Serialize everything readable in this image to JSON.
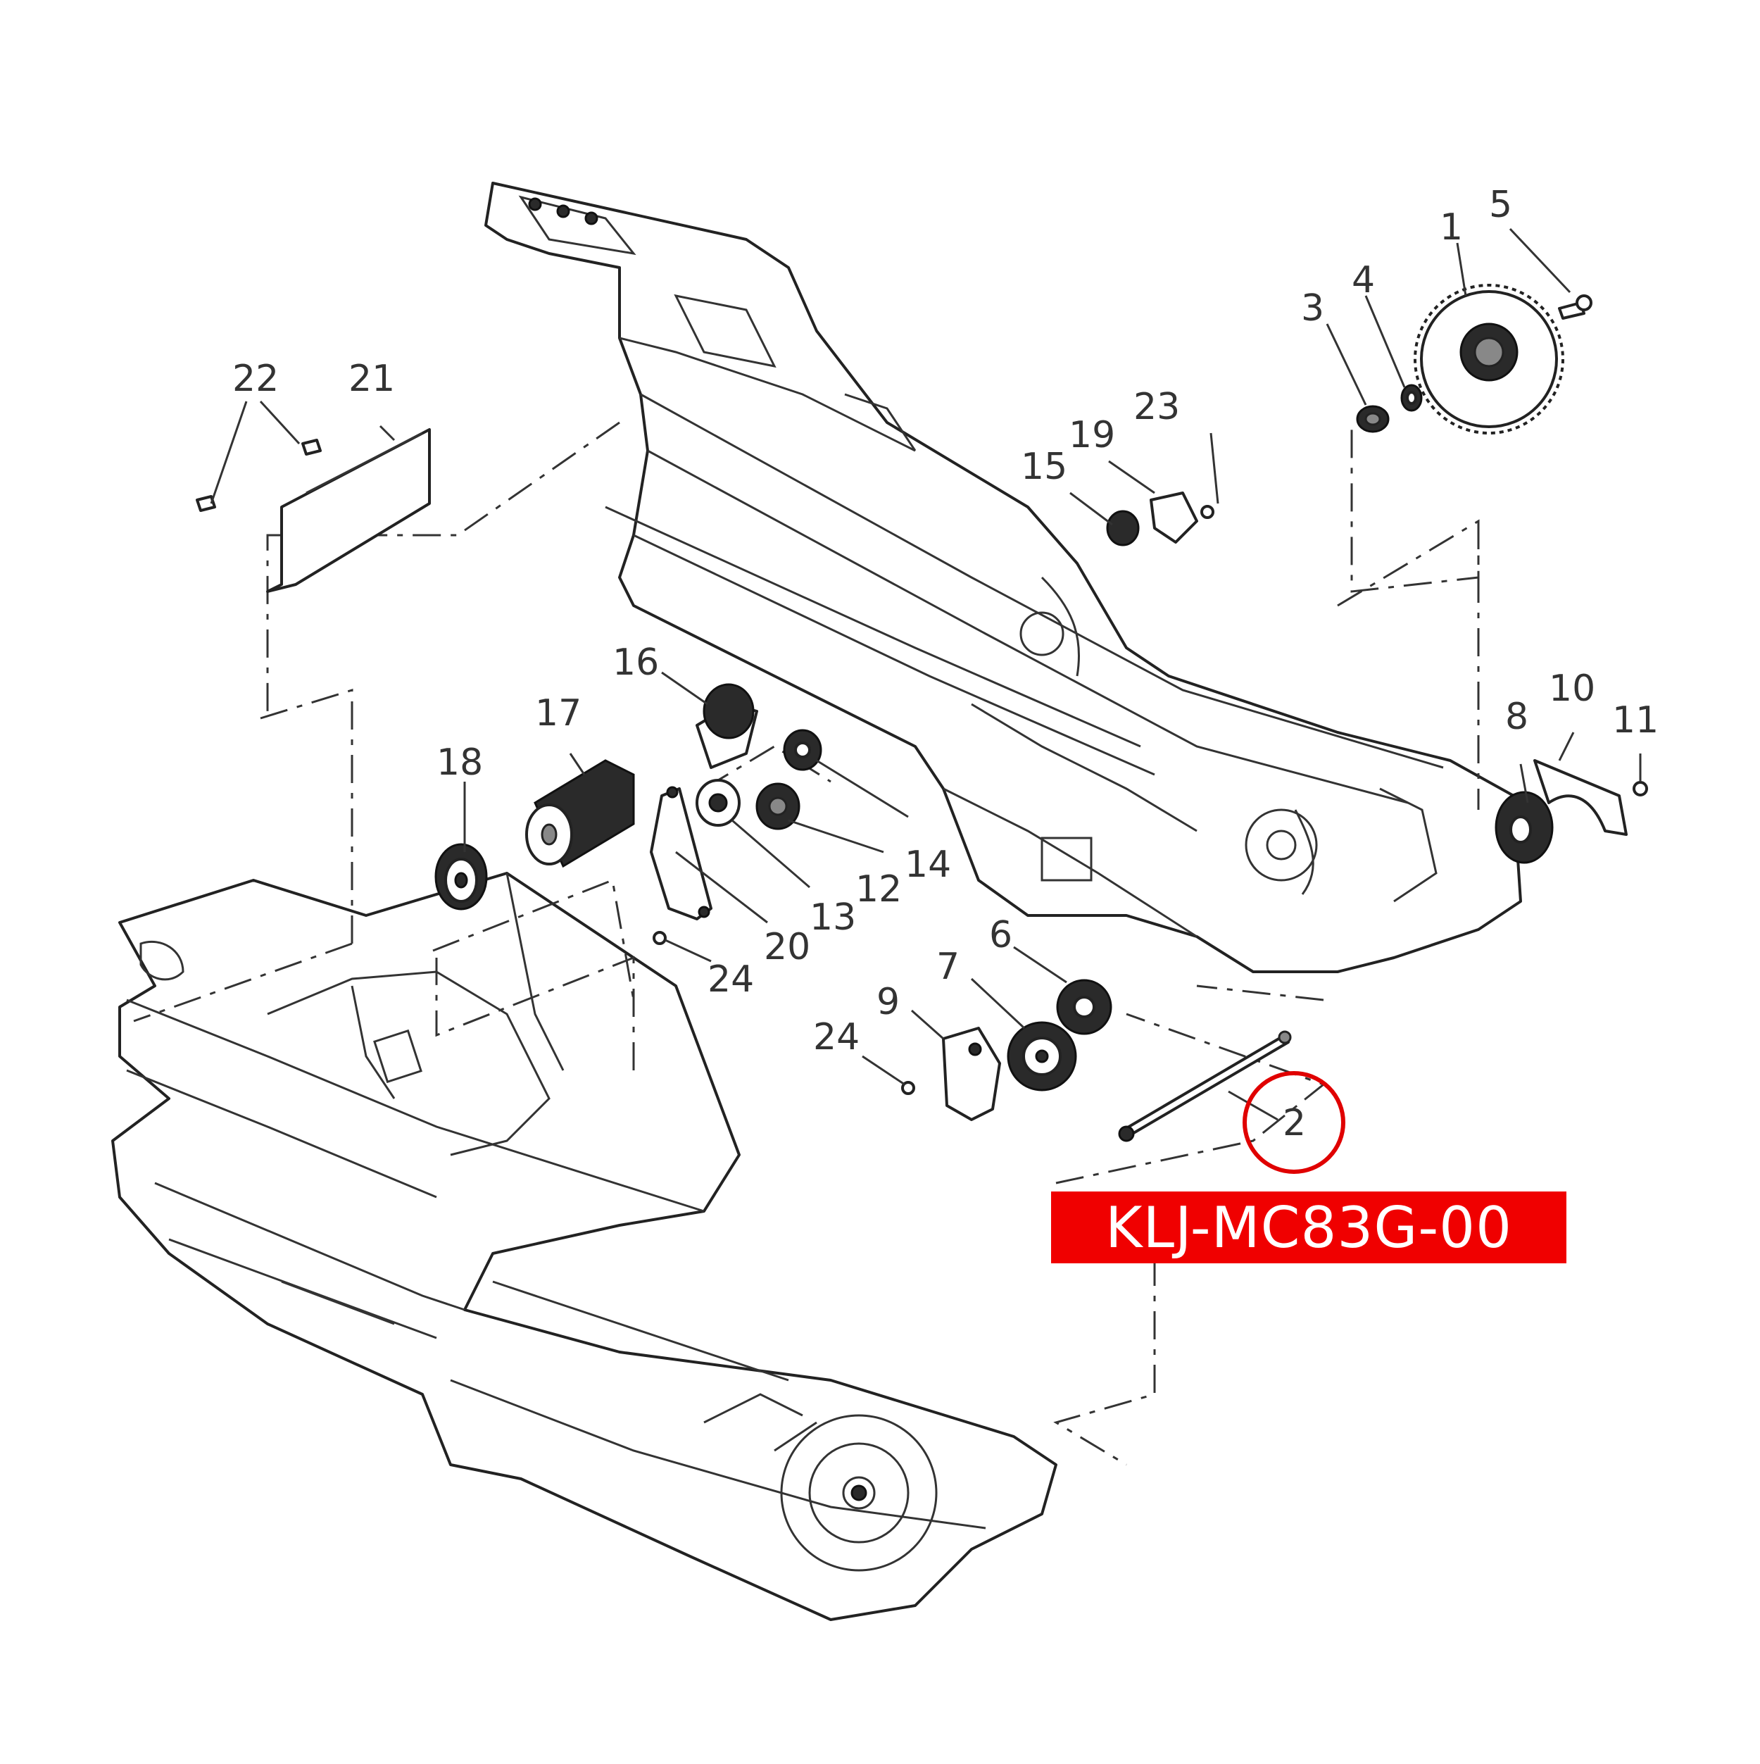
{
  "callouts": [
    "1",
    "2",
    "3",
    "4",
    "5",
    "6",
    "7",
    "8",
    "9",
    "10",
    "11",
    "12",
    "13",
    "14",
    "15",
    "16",
    "17",
    "18",
    "19",
    "20",
    "21",
    "22",
    "23",
    "24",
    "24"
  ],
  "highlighted_callout": "2",
  "part_number": "KLJ-MC83G-00",
  "colors": {
    "highlight": "#e00000",
    "banner": "#f00000",
    "banner_text": "#ffffff",
    "line": "#222222"
  }
}
